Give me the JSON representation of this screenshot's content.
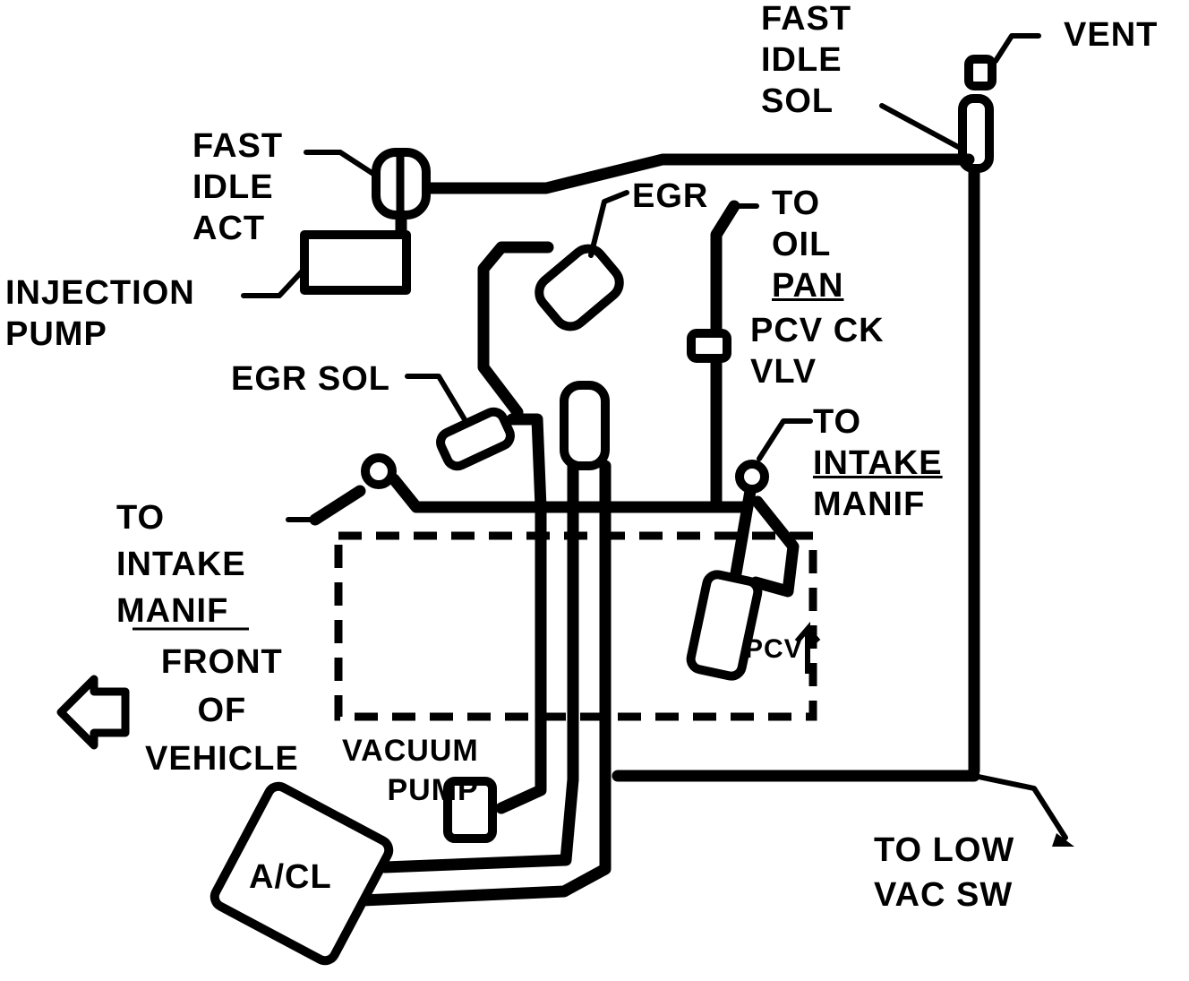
{
  "labels": {
    "fast_idle_sol": [
      "FAST",
      "IDLE",
      "SOL"
    ],
    "vent": "VENT",
    "fast_idle_act": [
      "FAST",
      "IDLE",
      "ACT"
    ],
    "egr": "EGR",
    "to_oil_pan": [
      "TO",
      "OIL",
      "PAN"
    ],
    "injection_pump": [
      "INJECTION",
      "PUMP"
    ],
    "pcv_ck_vlv": [
      "PCV CK",
      "VLV"
    ],
    "egr_sol": "EGR SOL",
    "to_intake_manif_right": [
      "TO",
      "INTAKE",
      "MANIF"
    ],
    "to_intake_manif_left": [
      "TO",
      "INTAKE",
      "MANIF"
    ],
    "front_of_vehicle": [
      "FRONT",
      "OF",
      "VEHICLE"
    ],
    "vacuum_pump": [
      "VACUUM",
      "PUMP"
    ],
    "pcv": "PCV",
    "acl": "A/CL",
    "to_low_vac_sw": [
      "TO LOW",
      "VAC SW"
    ]
  },
  "colors": {
    "ink": "#000000",
    "paper": "#ffffff"
  },
  "icons": {
    "front_arrow": "arrow-left-icon"
  }
}
